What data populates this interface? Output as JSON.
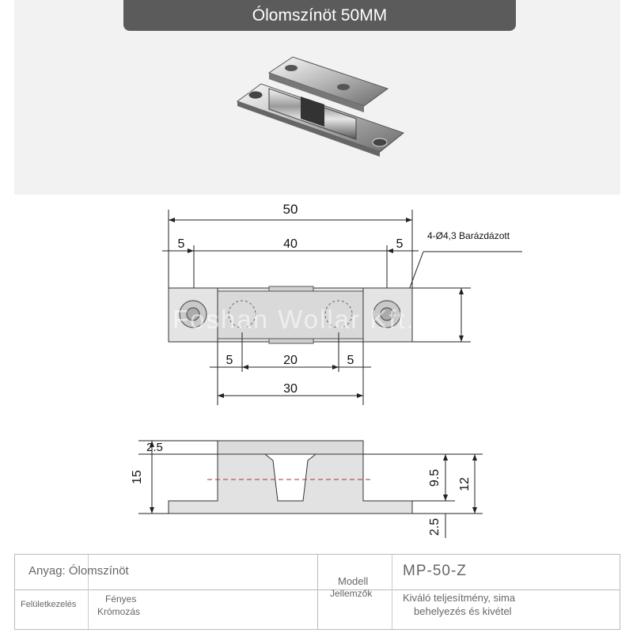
{
  "title": "Ólomszínöt 50MM",
  "watermark": "Foshan Wollar Kft.",
  "drawing": {
    "overall_width": "50",
    "edge_left": "5",
    "inner_span": "40",
    "edge_right": "5",
    "hole_note": "4-Ø4,3 Barázdázott",
    "lower_left": "5",
    "lower_mid": "20",
    "lower_right": "5",
    "lower_total": "30",
    "side_top_thickness": "2.5",
    "side_height": "15",
    "side_inner": "9.5",
    "side_right": "12",
    "side_bottom": "2.5"
  },
  "specs": {
    "material_label": "Anyag: Ólomszínöt",
    "finish_label": "Felületkezelés",
    "finish_value_line1": "Fényes",
    "finish_value_line2": "Krómozás",
    "model_label": "Modell",
    "model_value": "MP-50-Z",
    "features_label": "Jellemzők",
    "features_line1": "Kiváló teljesítmény, sima",
    "features_line2": "behelyezés és kivétel"
  }
}
